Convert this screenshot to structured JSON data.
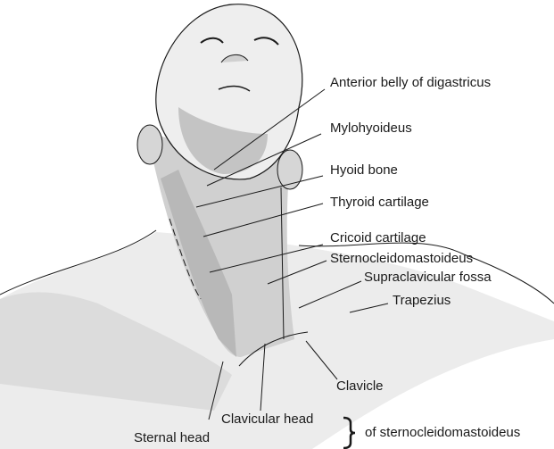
{
  "labels": {
    "anterior_belly": "Anterior belly of digastricus",
    "mylohyoideus": "Mylohyoideus",
    "hyoid": "Hyoid bone",
    "thyroid": "Thyroid cartilage",
    "cricoid": "Cricoid cartilage",
    "scm": "Sternocleidomastoideus",
    "supraclavicular": "Supraclavicular fossa",
    "trapezius": "Trapezius",
    "clavicle": "Clavicle",
    "clavicular_head": "Clavicular head",
    "sternal_head": "Sternal head",
    "of_scm": "of sternocleidomastoideus"
  },
  "colors": {
    "skin_light": "#ececec",
    "skin_mid": "#c8c8c8",
    "skin_dark": "#b0b0b0",
    "line": "#1a1a1a"
  }
}
